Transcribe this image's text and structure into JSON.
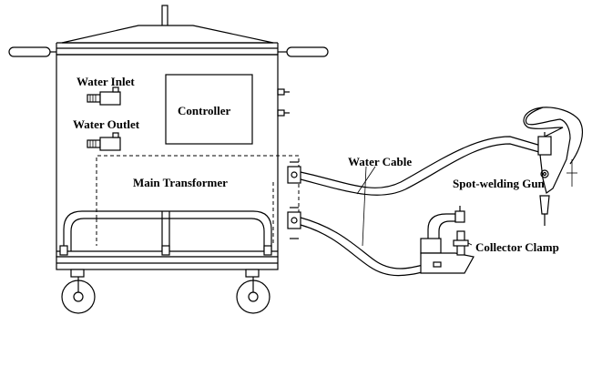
{
  "labels": {
    "water_inlet": "Water Inlet",
    "water_outlet": "Water Outlet",
    "controller": "Controller",
    "main_transformer": "Main Transformer",
    "water_cable": "Water Cable",
    "spot_welding_gun": "Spot-welding Gun",
    "collector_clamp": "Collector Clamp"
  }
}
